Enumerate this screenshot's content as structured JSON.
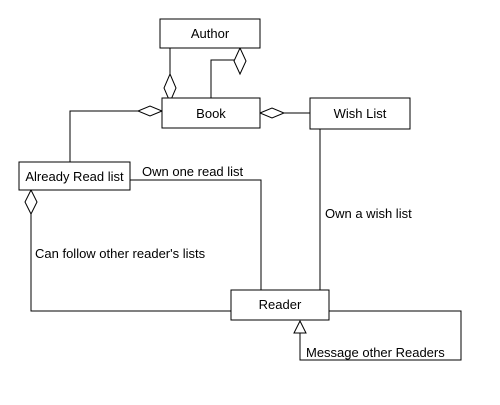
{
  "diagram": {
    "classes": {
      "author": "Author",
      "book": "Book",
      "wish_list": "Wish List",
      "already_read_list": "Already Read list",
      "reader": "Reader"
    },
    "labels": {
      "own_read_list": "Own one read list",
      "own_wish_list": "Own a wish list",
      "follow_lists": "Can follow other reader's lists",
      "message_readers": "Message other Readers"
    }
  }
}
